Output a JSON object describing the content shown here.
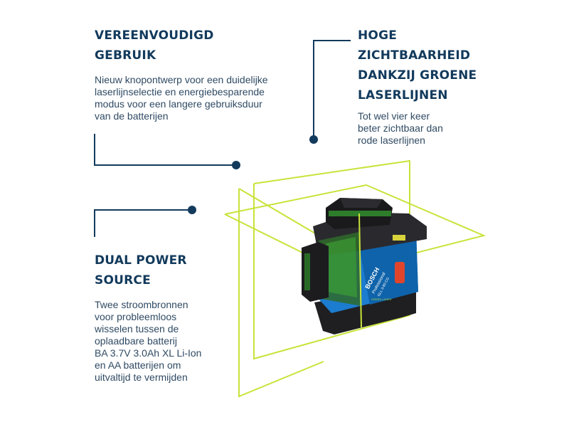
{
  "features": [
    {
      "title_lines": [
        "VEREENVOUDIGD",
        "GEBRUIK"
      ],
      "text_lines": [
        "Nieuw knopontwerp voor een duidelijke",
        "laserlijnselectie en energiebesparende",
        "modus voor een langere gebruiksduur",
        "van de batterijen"
      ]
    },
    {
      "title_lines": [
        "HOGE",
        "ZICHTBAARHEID",
        "DANKZIJ GROENE",
        "LASERLIJNEN"
      ],
      "text_lines": [
        "Tot wel vier keer",
        "beter zichtbaar dan",
        "rode laserlijnen"
      ]
    },
    {
      "title_lines": [
        "DUAL POWER",
        "SOURCE"
      ],
      "text_lines": [
        "Twee stroombronnen",
        "voor probleemloos",
        "wisselen tussen de",
        "oplaadbare batterij",
        "BA 3.7V 3.0Ah XL Li-Ion",
        "en AA batterijen om",
        "uitvaltijd te vermijden"
      ]
    }
  ],
  "product": {
    "brand": "BOSCH",
    "series": "Professional",
    "model": "GLL 3-80 CG",
    "label": "GREEN LASER",
    "laser_color": "#c9e33a",
    "accent_color": "#0f6fb3"
  },
  "colors": {
    "callout_line": "#123a5c"
  }
}
